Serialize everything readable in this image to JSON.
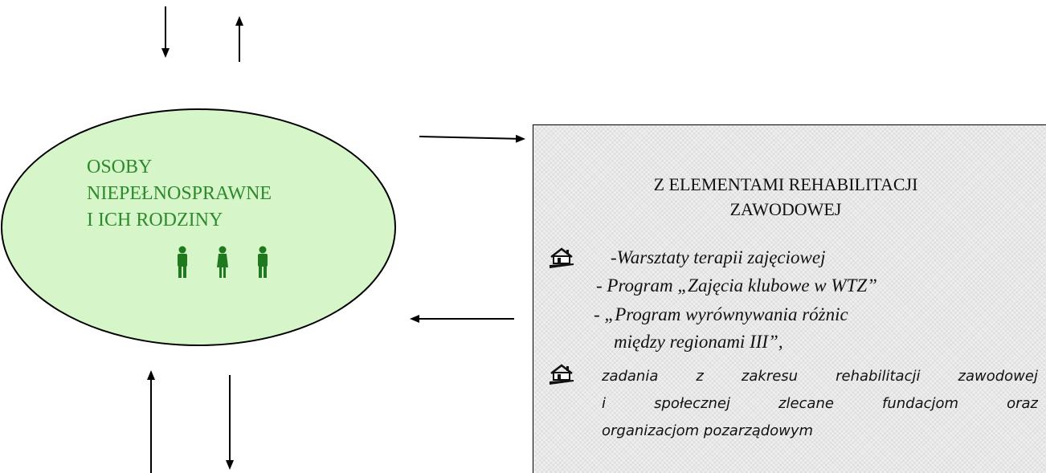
{
  "ellipse": {
    "lines": [
      "OSOBY",
      "NIEPEŁNOSPRAWNE",
      "I ICH RODZINY"
    ],
    "fill": "#d6f5c8",
    "text_color": "#2e8a2e"
  },
  "people_icons": [
    "person-icon",
    "person-icon",
    "person-icon"
  ],
  "box": {
    "title_lines": [
      "Z ELEMENTAMI REHABILITACJI",
      "ZAWODOWEJ"
    ],
    "programs": [
      "-Warsztaty terapii zajęciowej",
      "- Program „Zajęcia klubowe w WTZ”",
      "- „Program wyrównywania różnic",
      "między regionami III”,"
    ],
    "tasks_lines": [
      [
        "zadania",
        "z",
        "zakresu",
        "rehabilitacji",
        "zawodowej"
      ],
      [
        "i",
        "społecznej",
        "zlecane",
        "fundacjom",
        "oraz"
      ],
      [
        "organizacjom pozarządowym"
      ]
    ],
    "bullet_icon": "house-icon"
  }
}
